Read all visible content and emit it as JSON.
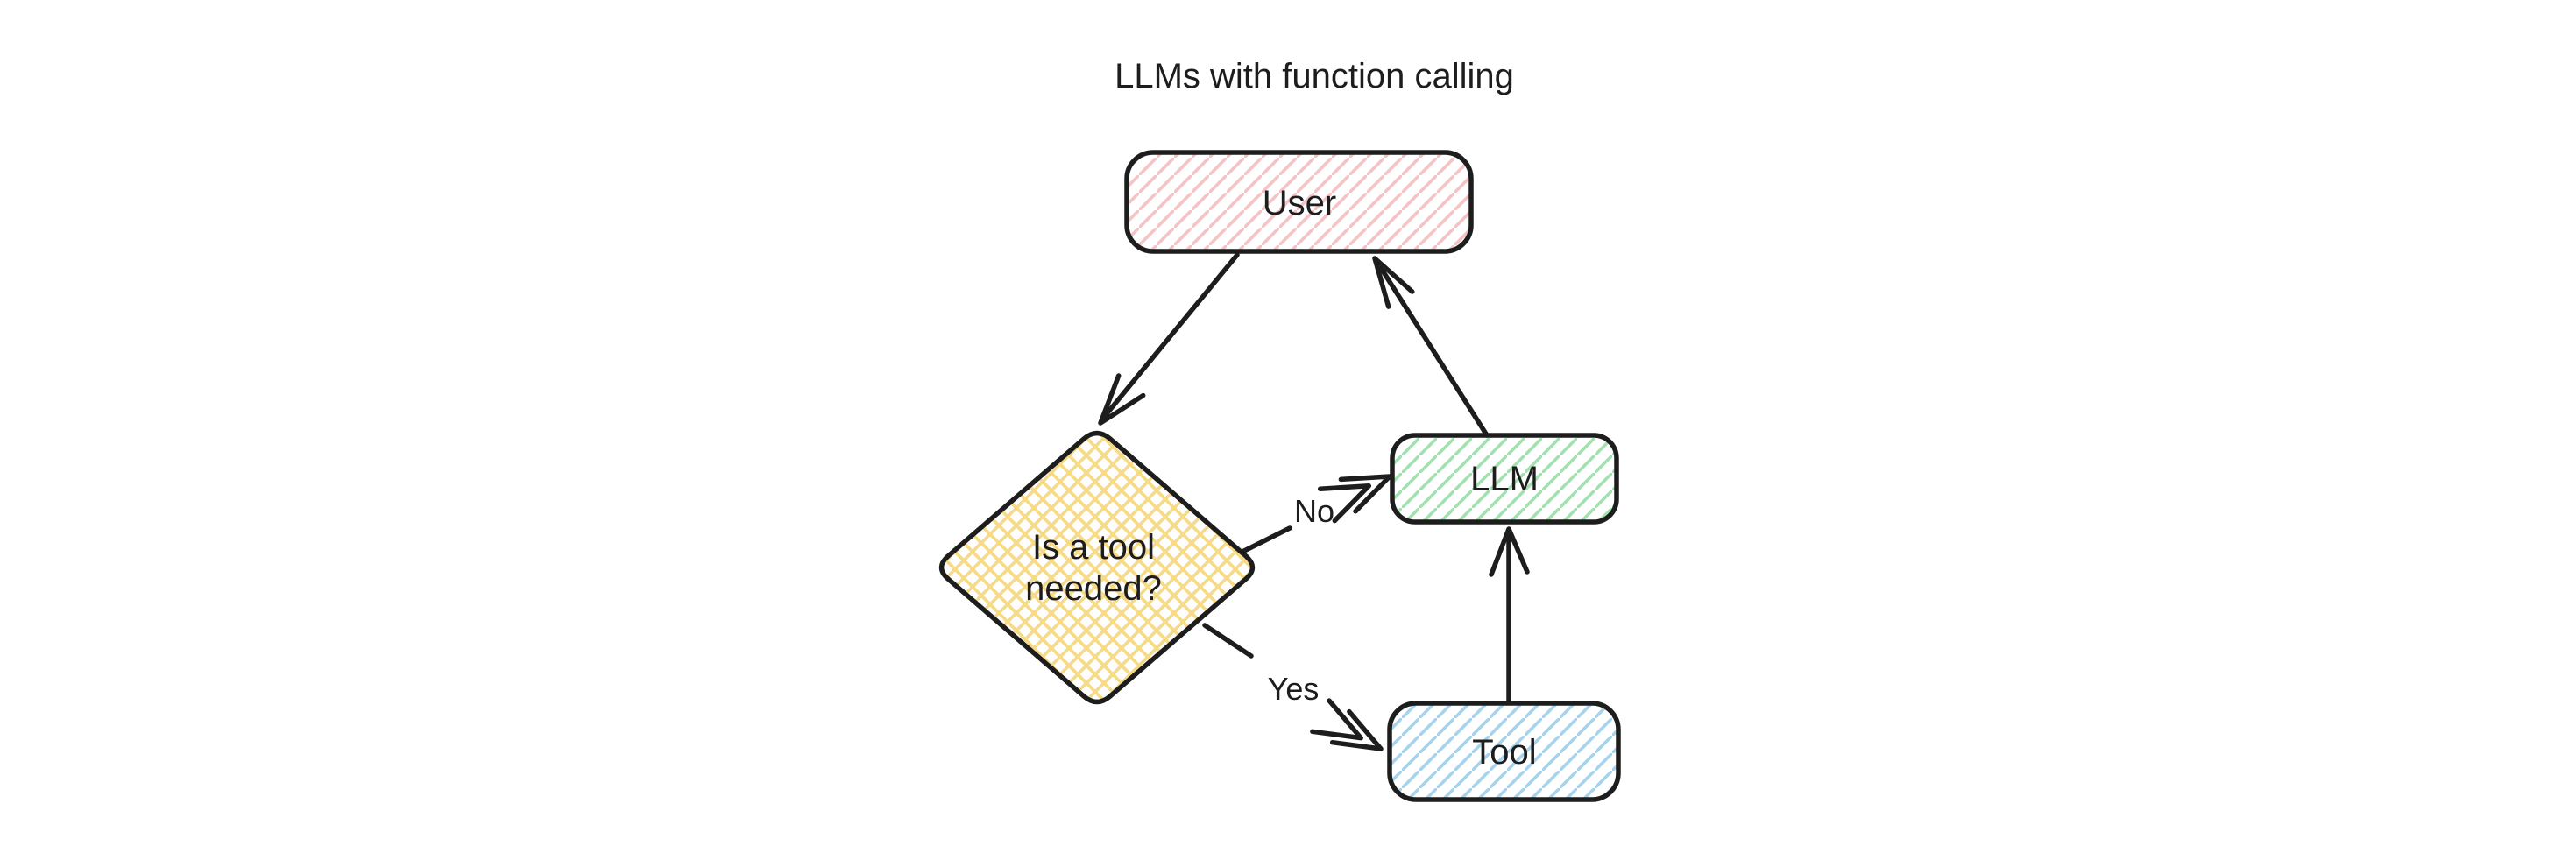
{
  "title": "LLMs with function calling",
  "nodes": {
    "user": {
      "label": "User",
      "shape": "rounded-rect",
      "hatch": "diagonal-pink"
    },
    "decision": {
      "label": "Is a tool needed?",
      "line1": "Is a tool",
      "line2": "needed?",
      "shape": "diamond",
      "hatch": "crosshatch-yellow"
    },
    "llm": {
      "label": "LLM",
      "shape": "rounded-rect",
      "hatch": "diagonal-green"
    },
    "tool": {
      "label": "Tool",
      "shape": "rounded-rect",
      "hatch": "diagonal-blue"
    }
  },
  "edges": {
    "user_to_decision": {
      "from": "User",
      "to": "Is a tool needed?",
      "label": ""
    },
    "no": {
      "from": "Is a tool needed?",
      "to": "LLM",
      "label": "No"
    },
    "yes": {
      "from": "Is a tool needed?",
      "to": "Tool",
      "label": "Yes"
    },
    "tool_to_llm": {
      "from": "Tool",
      "to": "LLM",
      "label": ""
    },
    "llm_to_user": {
      "from": "LLM",
      "to": "User",
      "label": ""
    }
  },
  "colors": {
    "background": "#ffffff",
    "ink": "#1d1d1d",
    "pink_hatch": "#f8c2c4",
    "green_hatch": "#9fe3ad",
    "blue_hatch": "#a3d4f0",
    "yellow_hatch": "#f7da85"
  }
}
